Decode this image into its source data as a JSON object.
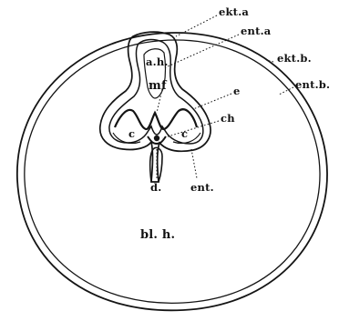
{
  "figure": {
    "labels": {
      "ekt_a": "ekt.a",
      "ent_a": "ent.a",
      "ekt_b": "ekt.b.",
      "ent_b": "ent.b.",
      "a_h": "a.h.",
      "mf": "mf",
      "e": "e",
      "ch": "ch",
      "c_left": "c",
      "c_right": "c",
      "d": "d.",
      "ent": "ent.",
      "bl_h": "bl. h."
    }
  }
}
